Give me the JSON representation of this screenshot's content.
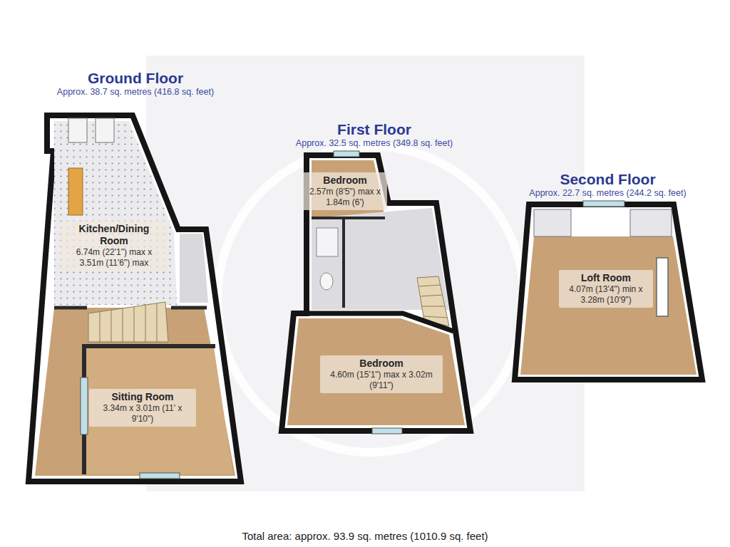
{
  "diagram": {
    "caption": "Total area: approx. 93.9 sq. metres (1010.9 sq. feet)",
    "nodes": [
      {
        "text": [
          "Ground Floor",
          "Approx. 38.7 sq. metres (416.8 sq. feet)"
        ]
      },
      {
        "text": [
          "Kitchen/Dining Room",
          "6.74m (22'1\") max x 3.51m (11'6\") max"
        ],
        "in": 0
      },
      {
        "text": [
          "Sitting Room",
          "3.34m x 3.01m (11' x 9'10\")"
        ],
        "in": 0
      },
      {
        "text": [
          "First Floor",
          "Approx. 32.5 sq. metres (349.8 sq. feet)"
        ]
      },
      {
        "text": [
          "Bedroom",
          "2.57m (8'5\") max x 1.84m (6')"
        ],
        "in": 3
      },
      {
        "text": [
          "Bedroom",
          "4.60m (15'1\") max x 3.02m (9'11\")"
        ],
        "in": 3
      },
      {
        "text": [
          "Second Floor",
          "Approx. 22.7 sq. metres (244.2 sq. feet)"
        ]
      },
      {
        "text": [
          "Loft Room",
          "4.07m (13'4\") min x 3.28m (10'9\")"
        ],
        "in": 6
      }
    ]
  }
}
